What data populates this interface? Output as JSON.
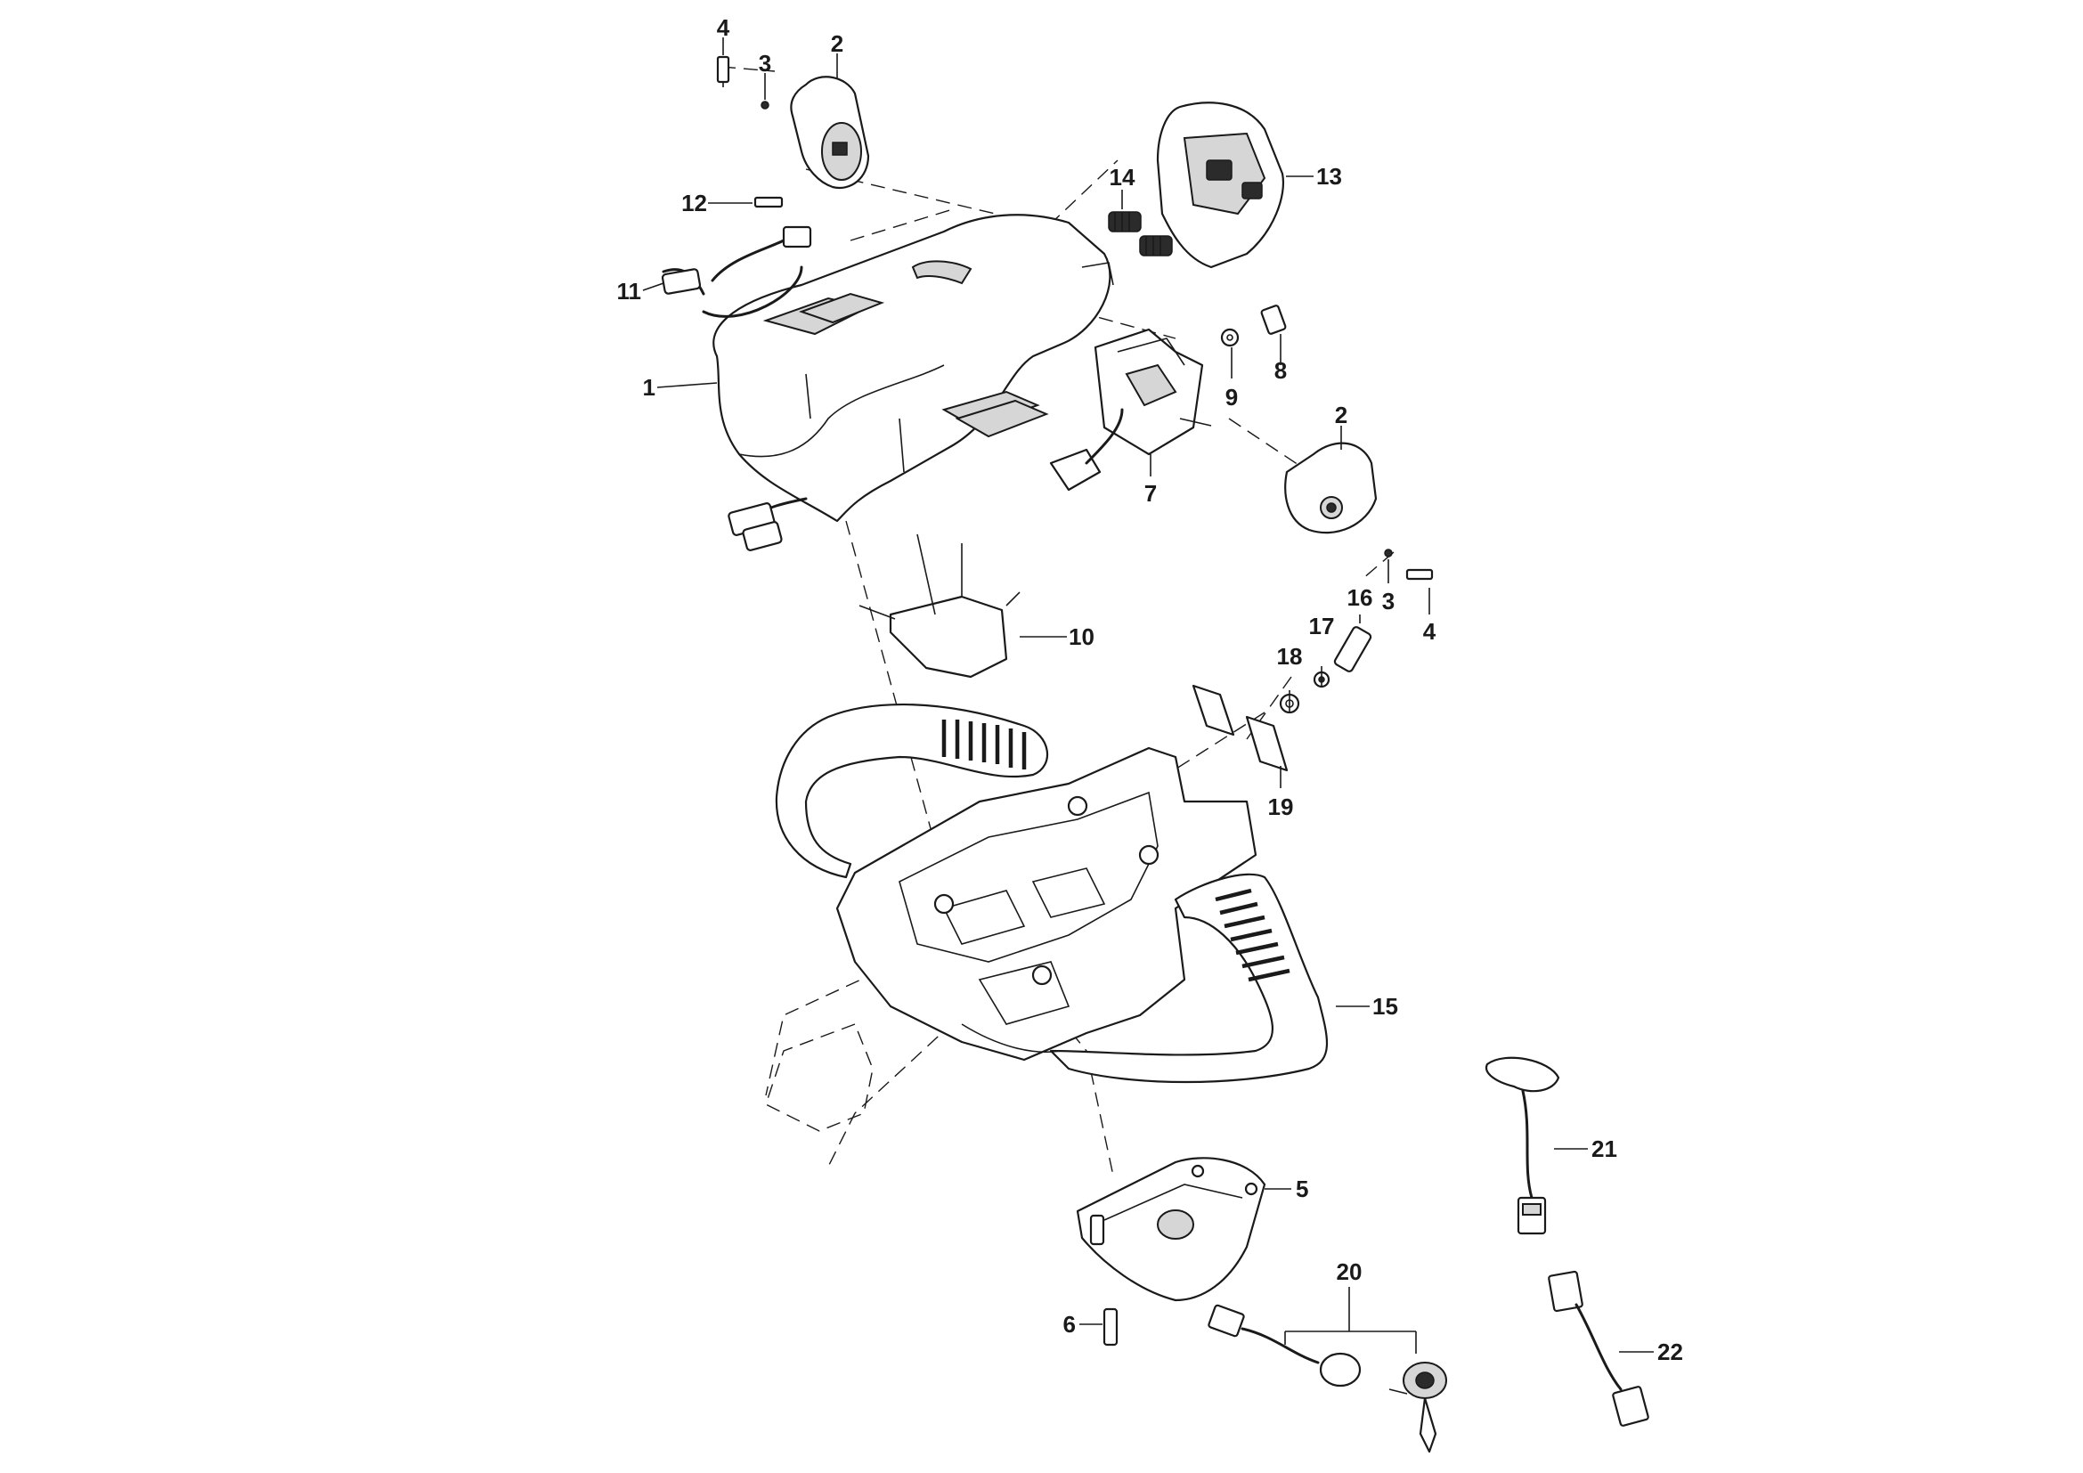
{
  "diagram": {
    "type": "exploded-parts-view",
    "callouts": [
      {
        "id": "c1",
        "label": "1"
      },
      {
        "id": "c2a",
        "label": "2"
      },
      {
        "id": "c2b",
        "label": "2"
      },
      {
        "id": "c3a",
        "label": "3"
      },
      {
        "id": "c3b",
        "label": "3"
      },
      {
        "id": "c4a",
        "label": "4"
      },
      {
        "id": "c4b",
        "label": "4"
      },
      {
        "id": "c5",
        "label": "5"
      },
      {
        "id": "c6",
        "label": "6"
      },
      {
        "id": "c7",
        "label": "7"
      },
      {
        "id": "c8",
        "label": "8"
      },
      {
        "id": "c9",
        "label": "9"
      },
      {
        "id": "c10",
        "label": "10"
      },
      {
        "id": "c11",
        "label": "11"
      },
      {
        "id": "c12",
        "label": "12"
      },
      {
        "id": "c13",
        "label": "13"
      },
      {
        "id": "c14",
        "label": "14"
      },
      {
        "id": "c15",
        "label": "15"
      },
      {
        "id": "c16",
        "label": "16"
      },
      {
        "id": "c17",
        "label": "17"
      },
      {
        "id": "c18",
        "label": "18"
      },
      {
        "id": "c19",
        "label": "19"
      },
      {
        "id": "c20",
        "label": "20"
      },
      {
        "id": "c21",
        "label": "21"
      },
      {
        "id": "c22",
        "label": "22"
      }
    ]
  }
}
